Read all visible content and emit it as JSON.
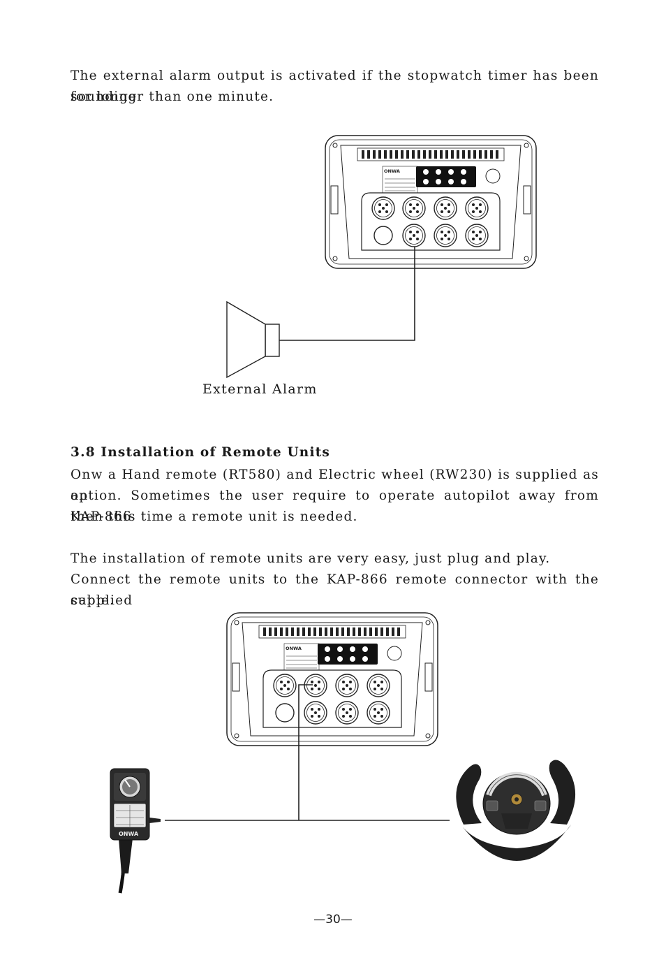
{
  "intro": {
    "line1": "The external alarm output is activated if the stopwatch timer has been sounding",
    "line2": "for longer than one minute."
  },
  "figure1": {
    "caption": "External Alarm",
    "unit_brand": "ONWA"
  },
  "section": {
    "heading": "3.8 Installation of Remote Units",
    "para1": [
      "Onw a Hand remote (RT580) and Electric wheel (RW230) is supplied as an",
      "option. Sometimes the user require to operate autopilot away from KAP-866",
      "then this time a remote unit is needed."
    ],
    "para2": "The installation of remote units are very easy, just plug and play.",
    "para3": [
      "Connect the remote units to the KAP-866 remote connector with the supplied",
      "cable."
    ]
  },
  "figure2": {
    "unit_brand": "ONWA",
    "hand_remote_brand": "ONWA"
  },
  "footer": {
    "page_number": "—30—"
  }
}
